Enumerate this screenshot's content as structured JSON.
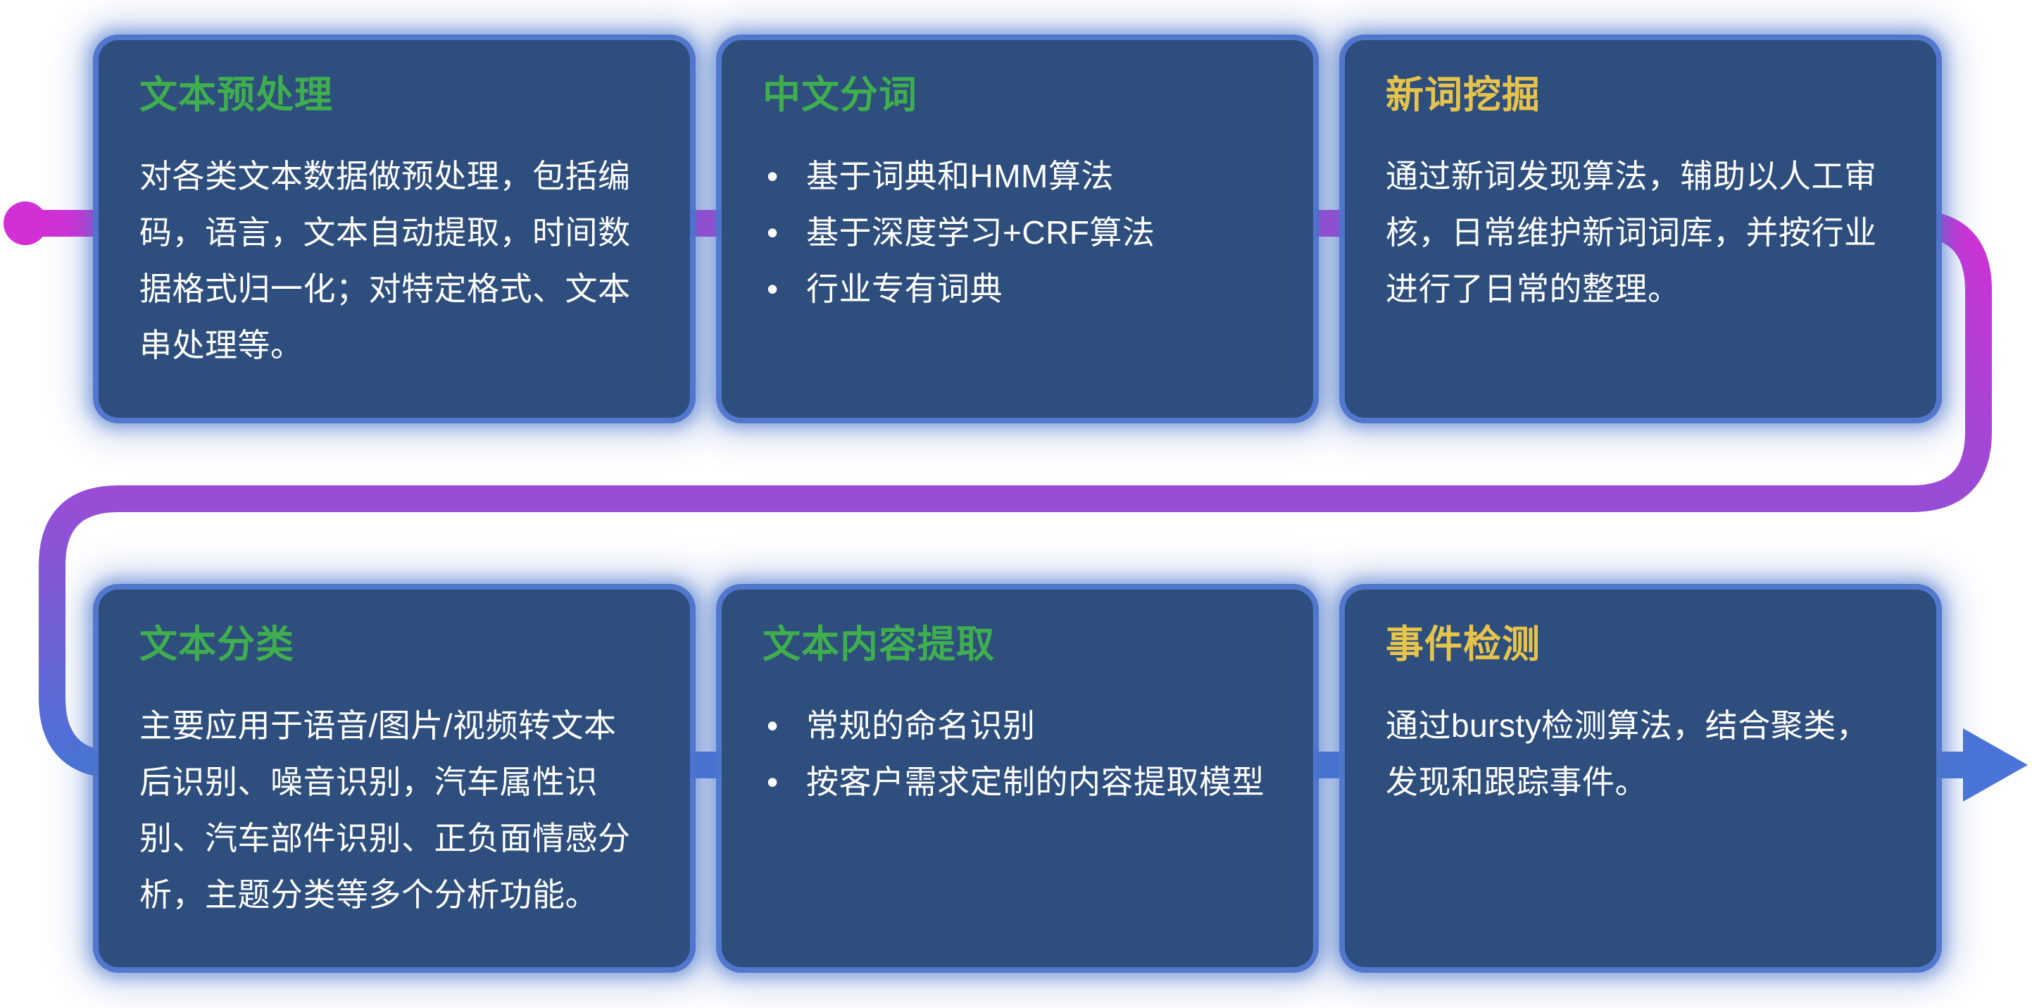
{
  "diagram": {
    "background_color": "#ffffff",
    "card_background_color": "#2e4e7e",
    "card_glow_color": "#4d75cb",
    "body_text_color": "#ffffff",
    "flow": {
      "start_color": "#d32fd6",
      "mid_color": "#9a4cd6",
      "end_color": "#4a74d8"
    }
  },
  "cards": [
    {
      "id": "text-preprocessing",
      "title": "文本预处理",
      "title_color": "#3fae4e",
      "type": "paragraph",
      "body": "对各类文本数据做预处理，包括编码，语言，文本自动提取，时间数据格式归一化；对特定格式、文本串处理等。"
    },
    {
      "id": "chinese-word-segmentation",
      "title": "中文分词",
      "title_color": "#3fae4e",
      "type": "bullets",
      "bullets": [
        "基于词典和HMM算法",
        "基于深度学习+CRF算法",
        "行业专有词典"
      ]
    },
    {
      "id": "new-word-mining",
      "title": "新词挖掘",
      "title_color": "#e6c44c",
      "type": "paragraph",
      "body": "通过新词发现算法，辅助以人工审核，日常维护新词词库，并按行业进行了日常的整理。"
    },
    {
      "id": "text-classification",
      "title": "文本分类",
      "title_color": "#3fae4e",
      "type": "paragraph",
      "body": "主要应用于语音/图片/视频转文本后识别、噪音识别，汽车属性识别、汽车部件识别、正负面情感分析，主题分类等多个分析功能。"
    },
    {
      "id": "text-content-extraction",
      "title": "文本内容提取",
      "title_color": "#3fae4e",
      "type": "bullets",
      "bullets": [
        "常规的命名识别",
        "按客户需求定制的内容提取模型"
      ]
    },
    {
      "id": "event-detection",
      "title": "事件检测",
      "title_color": "#e6c44c",
      "type": "paragraph",
      "body": "通过bursty检测算法，结合聚类，发现和跟踪事件。"
    }
  ]
}
